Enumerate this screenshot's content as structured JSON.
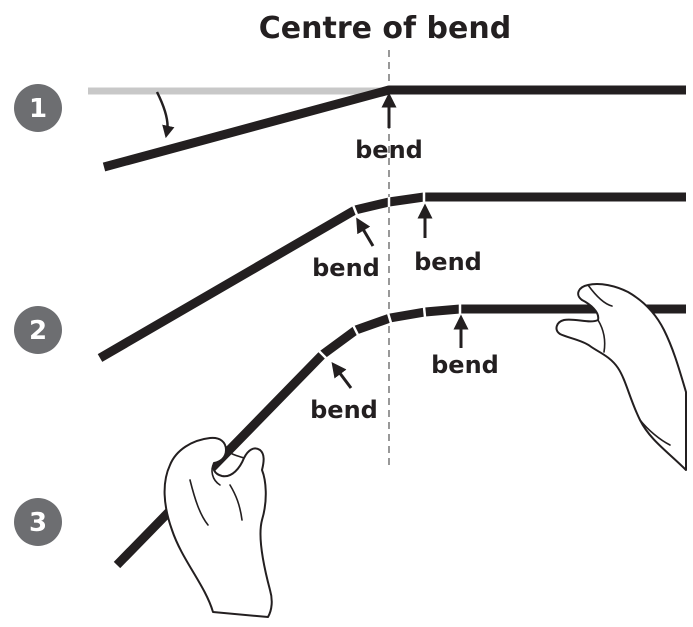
{
  "title": "Centre of bend",
  "steps": [
    {
      "number": "1",
      "labels": [
        "bend"
      ]
    },
    {
      "number": "2",
      "labels": [
        "bend",
        "bend"
      ]
    },
    {
      "number": "3",
      "labels": [
        "bend"
      ]
    }
  ],
  "colors": {
    "rod": "#231f20",
    "badge": "#6d6e71",
    "faded_rod": "#c8c8c8",
    "centre_line": "#555555"
  }
}
